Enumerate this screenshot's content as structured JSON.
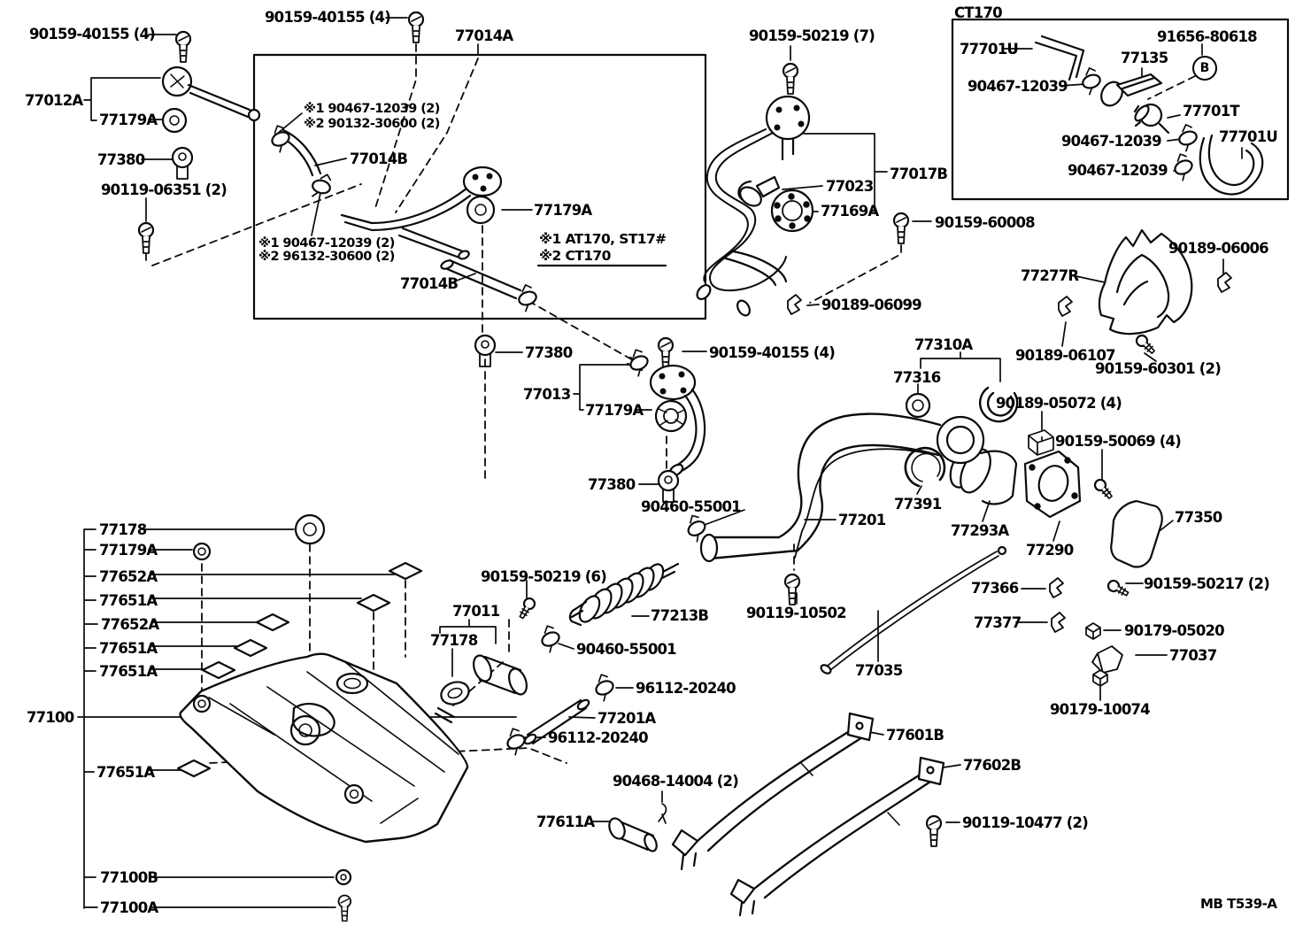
{
  "figure": {
    "inset_title": "CT170",
    "circled_letter": "B",
    "footer_code": "MB T539-A",
    "notes": [
      "※1 AT170, ST17#",
      "※2 CT170"
    ]
  },
  "labels": [
    "90159-40155 (4)",
    "90159-40155 (4)",
    "77014A",
    "90159-50219 (7)",
    "77701U",
    "91656-80618",
    "77135",
    "90467-12039",
    "77701T",
    "90467-12039",
    "77701U",
    "90467-12039",
    "77012A",
    "77179A",
    "※1 90467-12039 (2)",
    "※2 90132-30600 (2)",
    "77380",
    "77014B",
    "90119-06351 (2)",
    "77023",
    "77017B",
    "77169A",
    "90159-60008",
    "※1 90467-12039 (2)",
    "※2 96132-30600 (2)",
    "77179A",
    "77014B",
    "90189-06006",
    "77277R",
    "90189-06099",
    "77380",
    "90159-40155 (4)",
    "77310A",
    "90189-06107",
    "90159-60301 (2)",
    "77013",
    "77316",
    "77179A",
    "90189-05072 (4)",
    "90159-50069 (4)",
    "77380",
    "90460-55001",
    "77391",
    "77201",
    "77293A",
    "77290",
    "77350",
    "77178",
    "77179A",
    "77652A",
    "77651A",
    "77652A",
    "77651A",
    "77651A",
    "90159-50219 (6)",
    "77011",
    "77366",
    "90159-50217 (2)",
    "77178",
    "77213B",
    "90119-10502",
    "77377",
    "90179-05020",
    "90460-55001",
    "77037",
    "77035",
    "96112-20240",
    "77100",
    "77201A",
    "96112-20240",
    "90179-10074",
    "77601B",
    "77651A",
    "77602B",
    "90468-14004 (2)",
    "77611A",
    "90119-10477 (2)",
    "77100B",
    "77100A"
  ]
}
